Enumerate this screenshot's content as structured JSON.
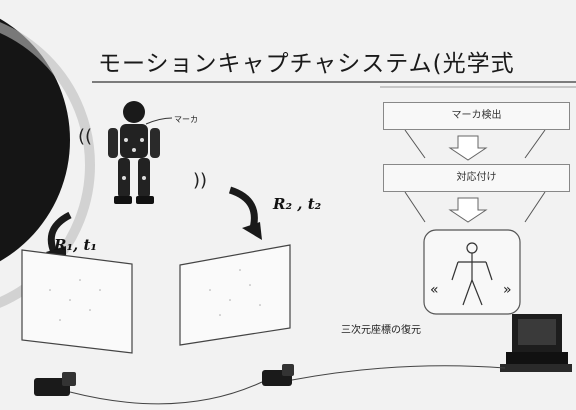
{
  "slide": {
    "title": "モーションキャプチャシステム(光学式",
    "marker_label": "マーカ",
    "flow": {
      "step1": "マーカ検出",
      "step2": "対応付け"
    },
    "camera1_label": "R₁, t₁",
    "camera2_label": "R₂ , t₂",
    "reconstruction_label": "三次元座標の復元"
  },
  "colors": {
    "background": "#f2f2f2",
    "dark_circle": "#151515",
    "accent_line": "#555555"
  }
}
